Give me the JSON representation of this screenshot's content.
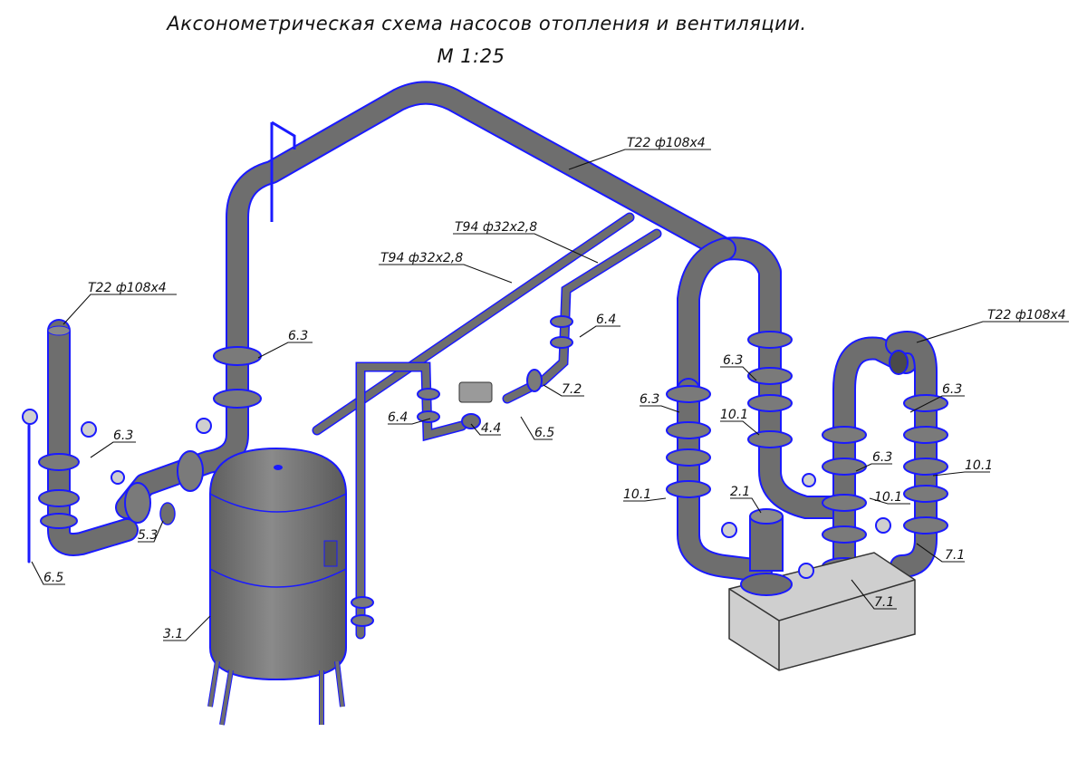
{
  "title": "Аксонометрическая схема насосов отопления и вентиляции.",
  "scale": "М 1:25",
  "labels": {
    "pipe_top": "Т22 ф108х4",
    "pipe_t94_a": "Т94 ф32х2,8",
    "pipe_t94_b": "Т94 ф32х2,8",
    "pipe_left": "Т22 ф108х4",
    "pipe_right": "Т22 ф108х4",
    "l_6_3_a": "6.3",
    "l_6_3_b": "6.3",
    "l_6_3_c": "6.3",
    "l_6_3_d": "6.3",
    "l_6_3_e": "6.3",
    "l_6_3_f": "6.3",
    "l_6_4_a": "6.4",
    "l_6_4_b": "6.4",
    "l_7_2": "7.2",
    "l_4_4": "4.4",
    "l_6_5_a": "6.5",
    "l_6_5_b": "6.5",
    "l_5_3": "5.3",
    "l_3_1": "3.1",
    "l_10_1_a": "10.1",
    "l_10_1_b": "10.1",
    "l_10_1_c": "10.1",
    "l_10_1_d": "10.1",
    "l_2_1": "2.1",
    "l_7_1_a": "7.1",
    "l_7_1_b": "7.1"
  },
  "colors": {
    "pipe": "#6e6e6e",
    "outline": "#1a1aff",
    "tank": "#737373",
    "base": "#cfcfcf"
  }
}
